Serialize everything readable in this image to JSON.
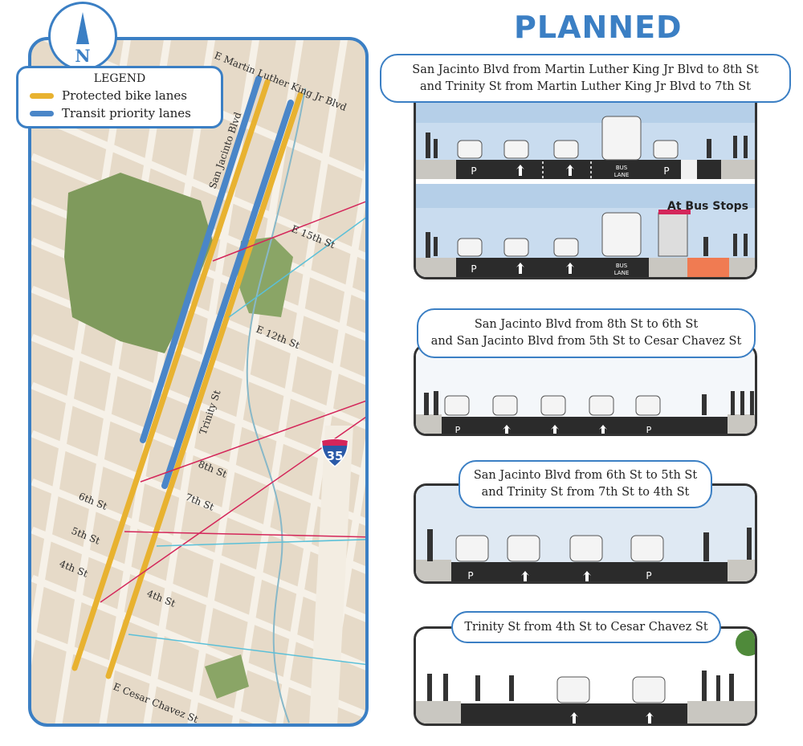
{
  "header": {
    "title": "PLANNED"
  },
  "compass": {
    "letter": "N"
  },
  "legend": {
    "title": "LEGEND",
    "items": [
      {
        "label": "Protected bike lanes",
        "color": "#e8b230"
      },
      {
        "label": "Transit priority lanes",
        "color": "#4a86c8"
      }
    ]
  },
  "streets": {
    "mlk": "E Martin Luther King Jr Blvd",
    "san_jacinto": "San Jacinto Blvd",
    "e15": "E 15th St",
    "e12": "E 12th St",
    "trinity": "Trinity St",
    "s8": "8th St",
    "s7": "7th St",
    "s6": "6th St",
    "s5": "5th St",
    "s4": "4th St",
    "s4b": "4th St",
    "cesar": "E Cesar Chavez St"
  },
  "highway": {
    "number": "35"
  },
  "segments": [
    {
      "line1": "San Jacinto Blvd from Martin Luther King Jr Blvd to 8th St",
      "line2": "and Trinity St from Martin Luther King Jr Blvd to 7th St"
    },
    {
      "line1": "San Jacinto Blvd from 8th St to 6th St",
      "line2": "and San Jacinto Blvd from 5th St to Cesar Chavez St"
    },
    {
      "line1": "San Jacinto Blvd from 6th St to 5th St",
      "line2": "and Trinity St from 7th St to 4th St"
    },
    {
      "line1": "Trinity St from 4th St to Cesar Chavez St",
      "line2": ""
    }
  ],
  "bus_stop_label": "At Bus Stops",
  "lane_markings": {
    "parking": "P",
    "bus": "BUS",
    "lane": "LANE"
  },
  "colors": {
    "accent": "#3b7fc4",
    "bike": "#e8b230",
    "transit": "#4a86c8",
    "connector_red": "#d4265a",
    "connector_blue": "#5bc0d8",
    "bike_stop": "#f07b52"
  }
}
